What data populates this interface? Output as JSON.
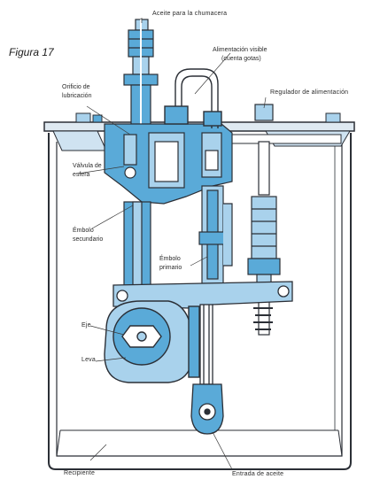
{
  "figure_title": "Figura 17",
  "colors": {
    "body_blue": "#5aaad8",
    "light_blue": "#a9d2ec",
    "outline": "#2b2f36",
    "background": "#ffffff"
  },
  "labels": {
    "aceite_chumacera": "Aceite para la chumacera",
    "alimentacion_visible": [
      "Alimentación visible",
      "(cuenta gotas)"
    ],
    "orificio_lubricacion": [
      "Orificio de",
      "lubricación"
    ],
    "regulador_alimentacion": "Regulador de alimentación",
    "valvula_esfera": [
      "Válvula de",
      "esfera"
    ],
    "embolo_secundario": [
      "Émbolo",
      "secundario"
    ],
    "embolo_primario": [
      "Émbolo",
      "primario"
    ],
    "eje": "Eje",
    "leva": "Leva",
    "recipiente": "Recipiente",
    "entrada_aceite": "Entrada de aceite"
  }
}
